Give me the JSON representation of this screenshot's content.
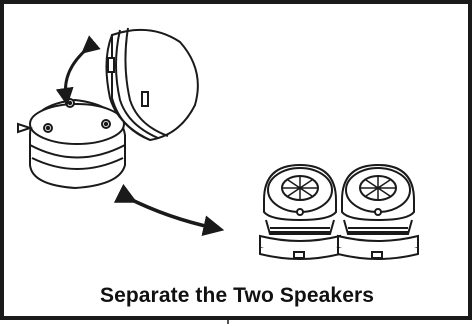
{
  "figure": {
    "caption": "Separate the Two Speakers"
  },
  "icons": {
    "separation_arrow": "double-headed-arrow",
    "rotation_arrow": "curved-double-headed-arrow",
    "speaker_closed": "speaker-pair-closed",
    "speaker_open": "speaker-expanded"
  },
  "colors": {
    "frame": "#1a1a1a",
    "line_art": "#1a1a1a",
    "background": "#ffffff"
  }
}
